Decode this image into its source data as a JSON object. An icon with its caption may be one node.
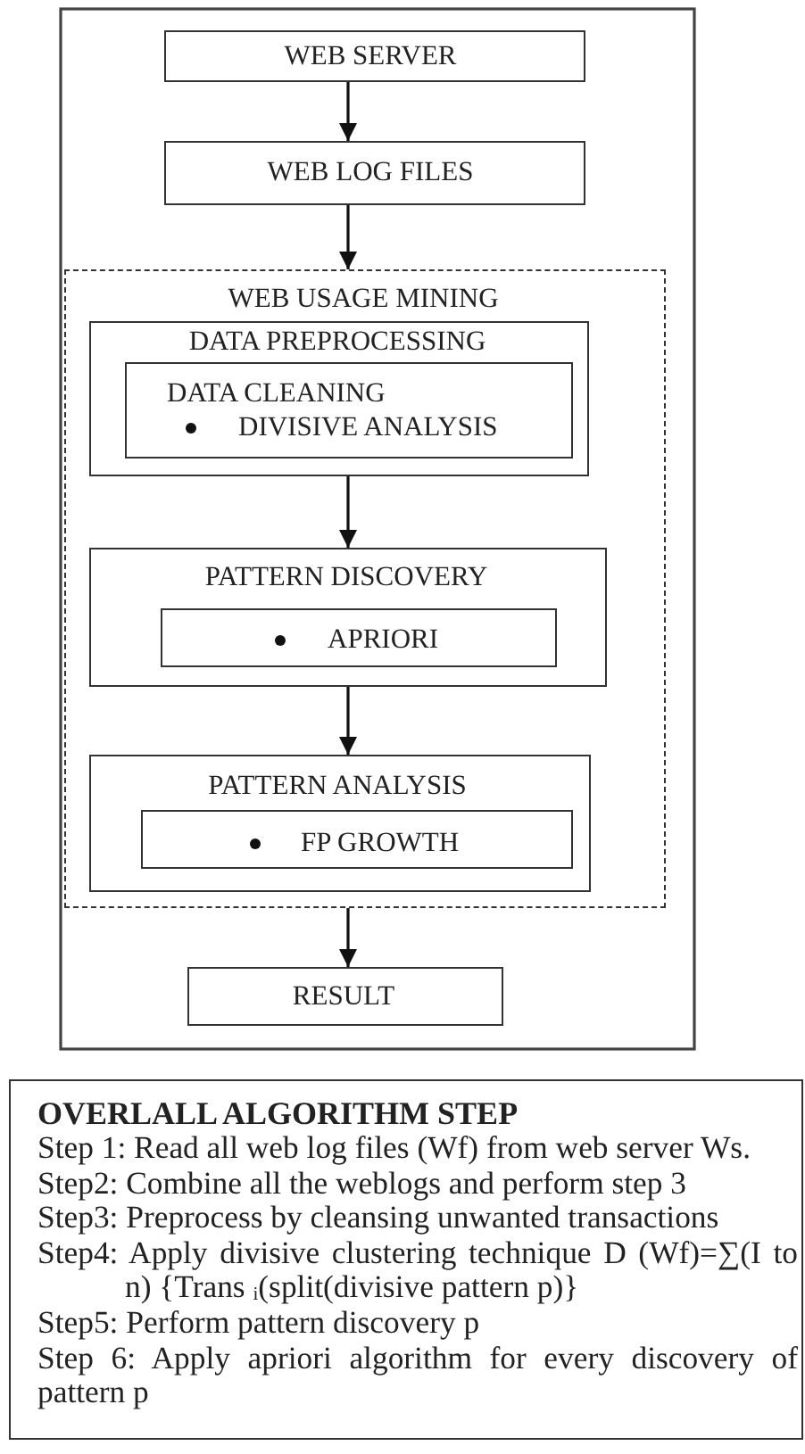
{
  "diagram": {
    "nodes": [
      {
        "text": [
          "WEB SERVER"
        ]
      },
      {
        "text": [
          "WEB LOG FILES"
        ]
      },
      {
        "text": [
          "WEB USAGE MINING"
        ]
      },
      {
        "text": [
          "DATA PREPROCESSING"
        ],
        "in": 2
      },
      {
        "text": [
          "DATA CLEANING",
          "DIVISIVE ANALYSIS"
        ],
        "in": 3
      },
      {
        "text": [
          "PATTERN DISCOVERY"
        ],
        "in": 2
      },
      {
        "text": [
          "APRIORI"
        ],
        "in": 5
      },
      {
        "text": [
          "PATTERN ANALYSIS"
        ],
        "in": 2
      },
      {
        "text": [
          "FP GROWTH"
        ],
        "in": 7
      },
      {
        "text": [
          "RESULT"
        ]
      },
      {
        "text": [
          "OVERLALL ALGORITHM STEP",
          "Step 1: Read all web log files (Wf) from web server Ws.",
          "Step2: Combine all the weblogs and perform step 3",
          "Step3: Preprocess by cleansing unwanted transactions",
          "Step4: Apply divisive clustering technique D (Wf)=∑(I to n) {Trans $_{i}$(split(divisive pattern p)}",
          "Step5: Perform pattern discovery p",
          "Step 6: Apply apriori algorithm for every discovery of pattern p"
        ]
      }
    ],
    "edges": [
      {
        "from": 0,
        "to": 1,
        "arrow": "to"
      },
      {
        "from": 1,
        "to": 2,
        "arrow": "to"
      },
      {
        "from": 3,
        "to": 5,
        "arrow": "to"
      },
      {
        "from": 5,
        "to": 7,
        "arrow": "to"
      },
      {
        "from": 2,
        "to": 9,
        "arrow": "to"
      }
    ]
  }
}
